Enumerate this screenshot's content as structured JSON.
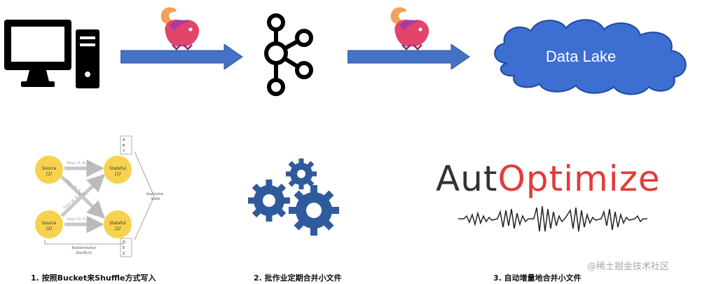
{
  "top_row": {
    "source_icon": "desktop-computer-icon",
    "flink_logo_1": "flink-squirrel-logo",
    "kafka_logo": "kafka-logo",
    "flink_logo_2": "flink-squirrel-logo",
    "data_lake_label": "Data Lake",
    "colors": {
      "arrow": "#4472c4",
      "cloud": "#3c6fd1",
      "cloud_stroke": "#1f4aa0"
    }
  },
  "diagram": {
    "source_1": "Source",
    "source_1_idx": "[1]",
    "source_2": "Source",
    "source_2_idx": "[2]",
    "stateful_1": "Stateful",
    "stateful_1_idx": "[1]",
    "stateful_2": "Stateful",
    "stateful_2_idx": "[2]",
    "edge_top": "Keys (A, B, Y)",
    "edge_bottom": "Keys (D, E, Z)",
    "edge_cross_1": "Keys (D, E, Z)",
    "edge_cross_2": "Keys (A, B, Y)",
    "state_label": "key/value\nstate",
    "redistribution": "Redistribution",
    "redistribution_sub": "(keyBy())",
    "table_top": [
      "A",
      "B",
      "Y"
    ],
    "table_bottom": [
      "D",
      "E",
      "Z"
    ],
    "colors": {
      "node": "#f6d24e"
    }
  },
  "gears": {
    "icon": "gears-icon",
    "color": "#2f5b9d"
  },
  "autooptimize": {
    "part1": "Aut",
    "part2": "O",
    "part3": "ptimize",
    "colors": {
      "dark": "#333333",
      "red": "#e53a3a"
    }
  },
  "captions": {
    "c1": "1. 按照Bucket来Shuffle方式写入",
    "c2": "2.  批作业定期合并小文件",
    "c3": "3.  自动增量地合并小文件"
  },
  "watermark": "@稀土掘金技术社区"
}
